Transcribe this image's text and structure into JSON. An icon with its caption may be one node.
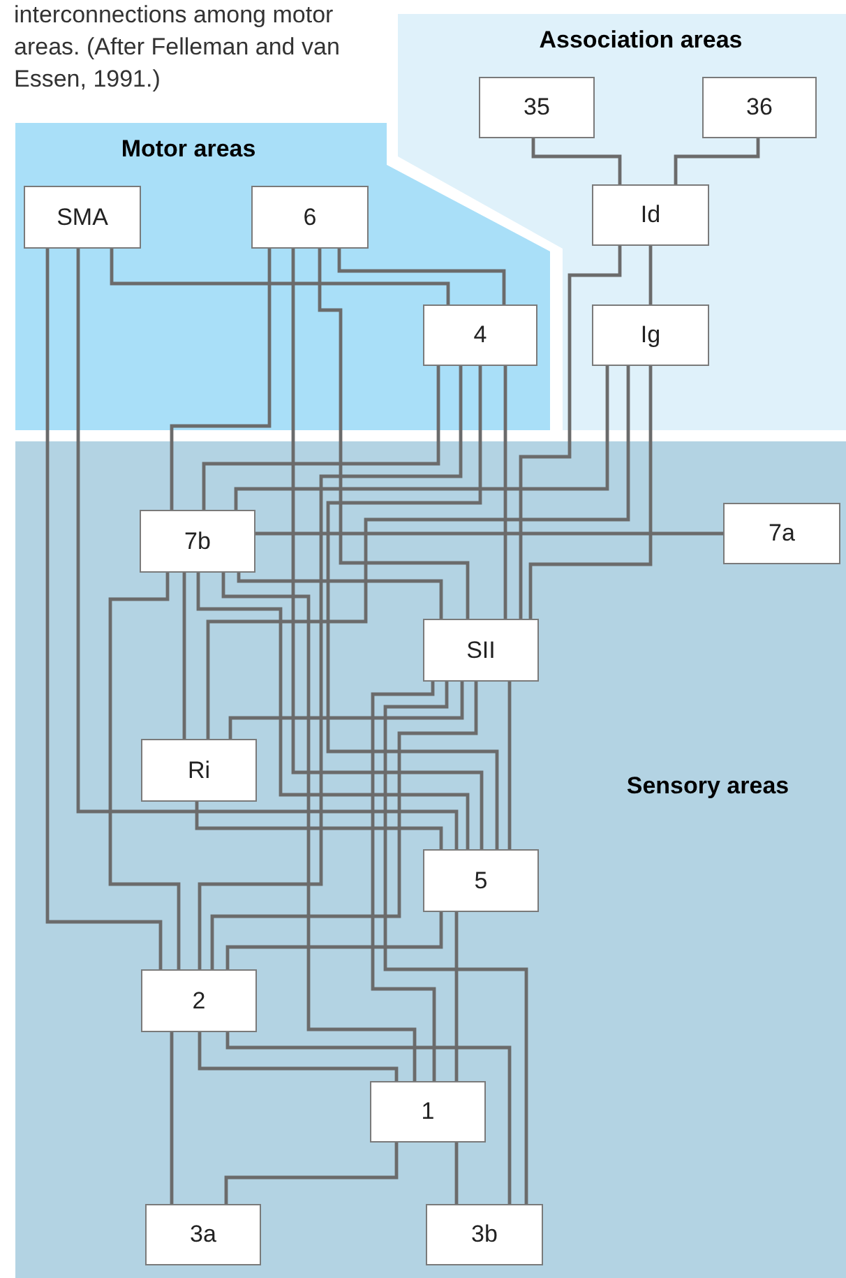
{
  "diagram": {
    "caption": "interconnections among motor areas. (After Felleman and van Essen, 1991.)",
    "nodes": [
      {
        "text": [
          "Motor areas"
        ]
      },
      {
        "text": [
          "SMA"
        ],
        "in": 0
      },
      {
        "text": [
          "6"
        ],
        "in": 0
      },
      {
        "text": [
          "4"
        ]
      },
      {
        "text": [
          "Association areas"
        ]
      },
      {
        "text": [
          "35"
        ],
        "in": 4
      },
      {
        "text": [
          "36"
        ],
        "in": 4
      },
      {
        "text": [
          "Id"
        ],
        "in": 4
      },
      {
        "text": [
          "Ig"
        ],
        "in": 4
      },
      {
        "text": [
          "Sensory areas"
        ]
      },
      {
        "text": [
          "7b"
        ],
        "in": 9
      },
      {
        "text": [
          "7a"
        ],
        "in": 9
      },
      {
        "text": [
          "SII"
        ],
        "in": 9
      },
      {
        "text": [
          "Ri"
        ],
        "in": 9
      },
      {
        "text": [
          "5"
        ],
        "in": 9
      },
      {
        "text": [
          "2"
        ],
        "in": 9
      },
      {
        "text": [
          "1"
        ],
        "in": 9
      },
      {
        "text": [
          "3a"
        ],
        "in": 9
      },
      {
        "text": [
          "3b"
        ],
        "in": 9
      }
    ],
    "edges": [
      {
        "from": 5,
        "to": 7,
        "arrow": "none"
      },
      {
        "from": 6,
        "to": 7,
        "arrow": "none"
      },
      {
        "from": 7,
        "to": 8,
        "arrow": "none"
      },
      {
        "from": 7,
        "to": 12,
        "arrow": "none"
      },
      {
        "from": 1,
        "to": 15,
        "arrow": "none"
      },
      {
        "from": 1,
        "to": 14,
        "arrow": "none"
      },
      {
        "from": 1,
        "to": 3,
        "arrow": "none"
      },
      {
        "from": 2,
        "to": 10,
        "arrow": "none"
      },
      {
        "from": 2,
        "to": 14,
        "arrow": "none"
      },
      {
        "from": 2,
        "to": 12,
        "arrow": "none"
      },
      {
        "from": 2,
        "to": 3,
        "arrow": "none"
      },
      {
        "from": 3,
        "to": 10,
        "arrow": "none"
      },
      {
        "from": 3,
        "to": 15,
        "arrow": "none"
      },
      {
        "from": 3,
        "to": 14,
        "arrow": "none"
      },
      {
        "from": 3,
        "to": 12,
        "arrow": "none"
      },
      {
        "from": 8,
        "to": 10,
        "arrow": "none"
      },
      {
        "from": 8,
        "to": 13,
        "arrow": "none"
      },
      {
        "from": 8,
        "to": 12,
        "arrow": "none"
      },
      {
        "from": 10,
        "to": 11,
        "arrow": "none"
      },
      {
        "from": 10,
        "to": 15,
        "arrow": "none"
      },
      {
        "from": 10,
        "to": 13,
        "arrow": "none"
      },
      {
        "from": 10,
        "to": 14,
        "arrow": "none"
      },
      {
        "from": 10,
        "to": 16,
        "arrow": "none"
      },
      {
        "from": 10,
        "to": 12,
        "arrow": "none"
      },
      {
        "from": 12,
        "to": 16,
        "arrow": "none"
      },
      {
        "from": 12,
        "to": 18,
        "arrow": "none"
      },
      {
        "from": 12,
        "to": 13,
        "arrow": "none"
      },
      {
        "from": 12,
        "to": 15,
        "arrow": "none"
      },
      {
        "from": 12,
        "to": 14,
        "arrow": "none"
      },
      {
        "from": 13,
        "to": 14,
        "arrow": "none"
      },
      {
        "from": 14,
        "to": 15,
        "arrow": "none"
      },
      {
        "from": 14,
        "to": 16,
        "arrow": "none"
      },
      {
        "from": 15,
        "to": 17,
        "arrow": "none"
      },
      {
        "from": 15,
        "to": 16,
        "arrow": "none"
      },
      {
        "from": 15,
        "to": 18,
        "arrow": "none"
      },
      {
        "from": 16,
        "to": 17,
        "arrow": "none"
      },
      {
        "from": 16,
        "to": 18,
        "arrow": "none"
      }
    ]
  }
}
